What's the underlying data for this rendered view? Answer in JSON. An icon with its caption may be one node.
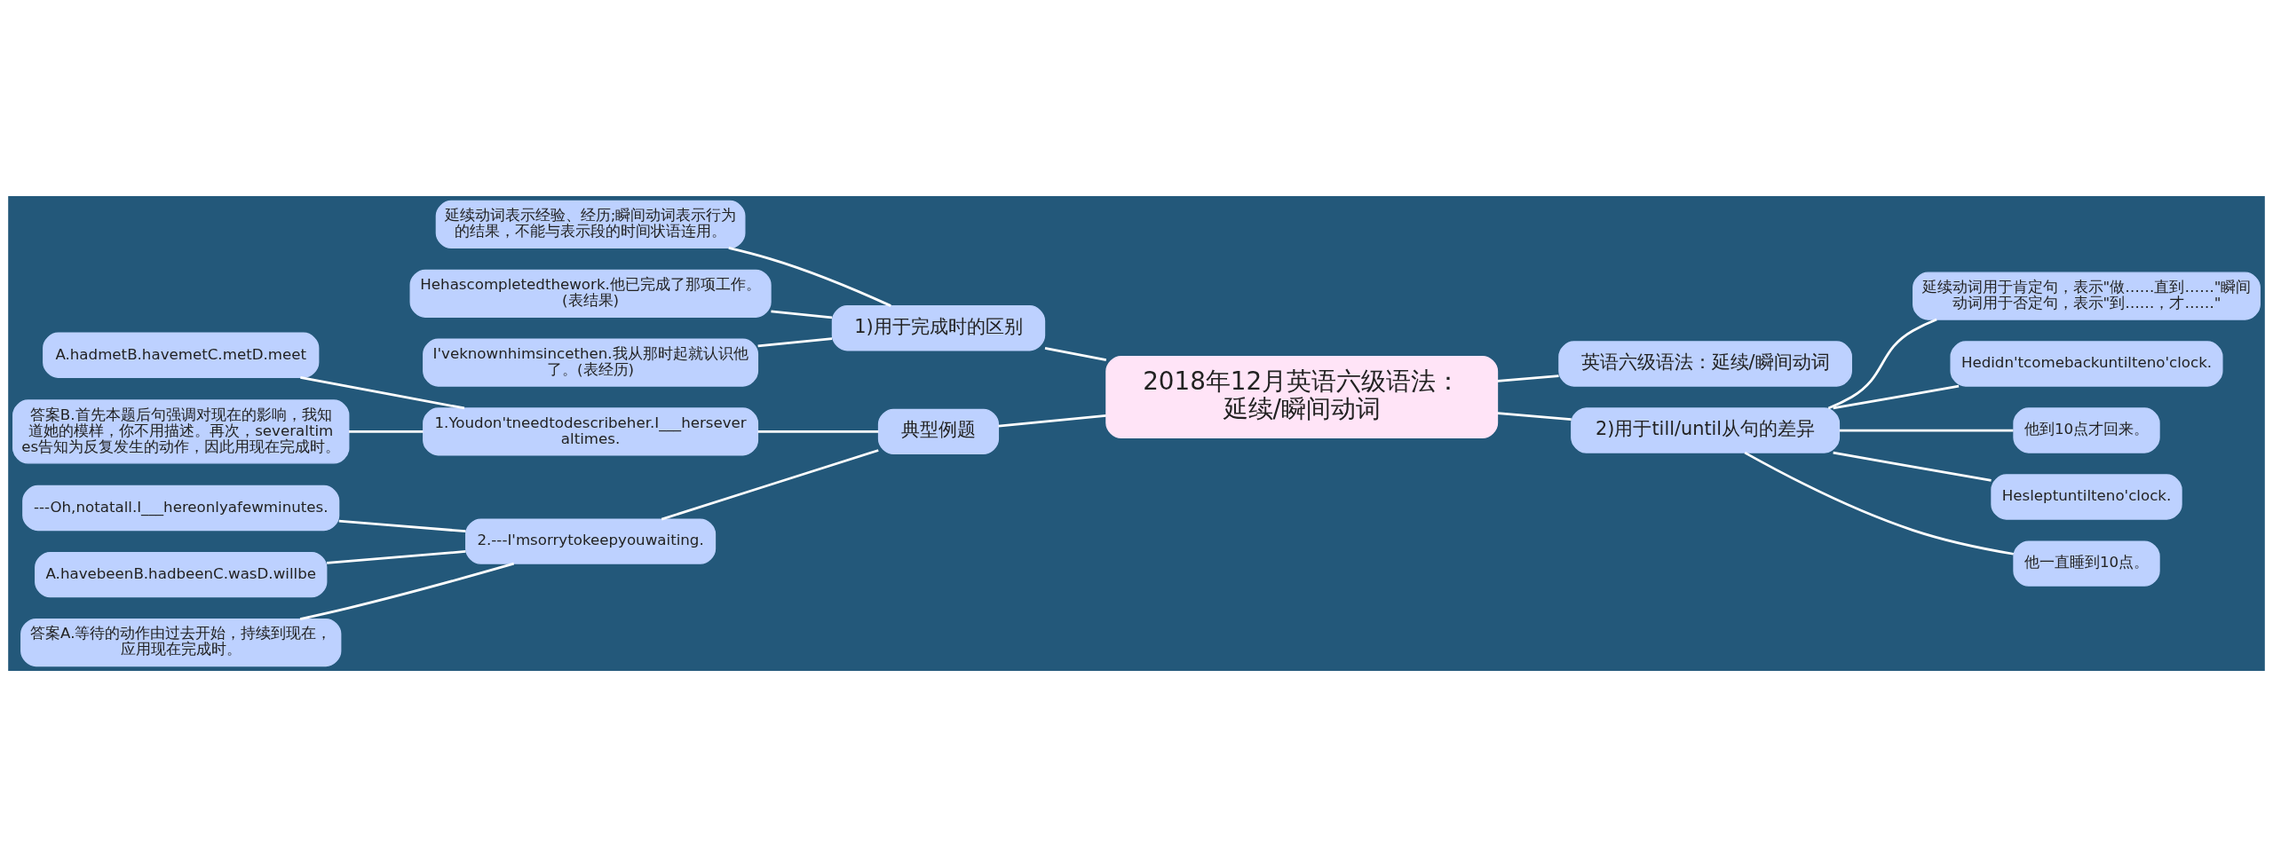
{
  "diagram": {
    "nodes": [
      {
        "text": [
          "2018年12月英语六级语法：延续/瞬间动词"
        ]
      },
      {
        "text": [
          "1)用于完成时的区别"
        ]
      },
      {
        "text": [
          "延续动词表示经验、经历;瞬间动词表示行为的结果，不能与表示段的时间状语连用。"
        ]
      },
      {
        "text": [
          "Hehascompletedthework.他已完成了那项工作。(表结果)"
        ]
      },
      {
        "text": [
          "I'veknownhimsincethen.我从那时起就认识他了。(表经历)"
        ]
      },
      {
        "text": [
          "典型例题"
        ]
      },
      {
        "text": [
          "1.Youdon'tneedtodescribeher.I___herseveraltimes."
        ]
      },
      {
        "text": [
          "A.hadmetB.havemetC.metD.meet"
        ]
      },
      {
        "text": [
          "答案B.首先本题后句强调对现在的影响，我知道她的模样，你不用描述。再次，severaltimes告知为反复发生的动作，因此用现在完成时。"
        ]
      },
      {
        "text": [
          "2.---I'msorrytokeepyouwaiting."
        ]
      },
      {
        "text": [
          "---Oh,notatall.I___hereonlyafewminutes."
        ]
      },
      {
        "text": [
          "A.havebeenB.hadbeenC.wasD.willbe"
        ]
      },
      {
        "text": [
          "答案A.等待的动作由过去开始，持续到现在，应用现在完成时。"
        ]
      },
      {
        "text": [
          "英语六级语法：延续/瞬间动词"
        ]
      },
      {
        "text": [
          "2)用于till/until从句的差异"
        ]
      },
      {
        "text": [
          "延续动词用于肯定句，表示\"做……直到……\"瞬间动词用于否定句，表示\"到……，才……\""
        ]
      },
      {
        "text": [
          "Hedidn'tcomebackuntilteno'clock."
        ]
      },
      {
        "text": [
          "他到10点才回来。"
        ]
      },
      {
        "text": [
          "Hesleptuntilteno'clock."
        ]
      },
      {
        "text": [
          "他一直睡到10点。"
        ]
      }
    ],
    "edges": [
      {
        "from": 0,
        "to": 1,
        "arrow": "none"
      },
      {
        "from": 1,
        "to": 2,
        "arrow": "none"
      },
      {
        "from": 1,
        "to": 3,
        "arrow": "none"
      },
      {
        "from": 1,
        "to": 4,
        "arrow": "none"
      },
      {
        "from": 0,
        "to": 5,
        "arrow": "none"
      },
      {
        "from": 5,
        "to": 6,
        "arrow": "none"
      },
      {
        "from": 6,
        "to": 7,
        "arrow": "none"
      },
      {
        "from": 6,
        "to": 8,
        "arrow": "none"
      },
      {
        "from": 5,
        "to": 9,
        "arrow": "none"
      },
      {
        "from": 9,
        "to": 10,
        "arrow": "none"
      },
      {
        "from": 9,
        "to": 11,
        "arrow": "none"
      },
      {
        "from": 9,
        "to": 12,
        "arrow": "none"
      },
      {
        "from": 0,
        "to": 13,
        "arrow": "none"
      },
      {
        "from": 0,
        "to": 14,
        "arrow": "none"
      },
      {
        "from": 14,
        "to": 15,
        "arrow": "none"
      },
      {
        "from": 14,
        "to": 16,
        "arrow": "none"
      },
      {
        "from": 14,
        "to": 17,
        "arrow": "none"
      },
      {
        "from": 14,
        "to": 18,
        "arrow": "none"
      },
      {
        "from": 14,
        "to": 19,
        "arrow": "none"
      }
    ]
  }
}
